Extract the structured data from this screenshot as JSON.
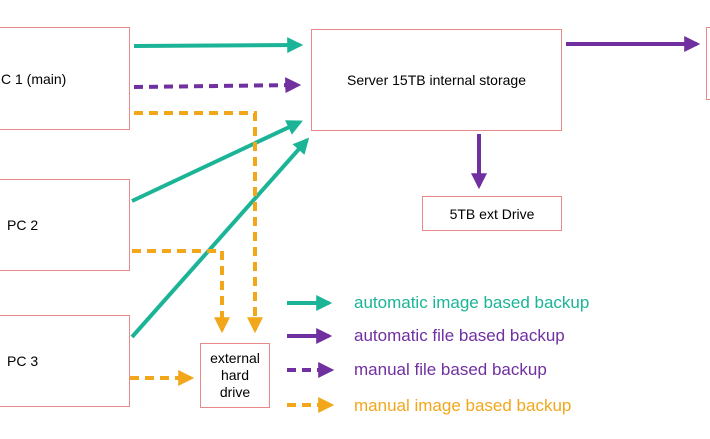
{
  "nodes": {
    "pc1": "C 1 (main)",
    "pc2": "PC 2",
    "pc3": "PC 3",
    "server": "Server 15TB internal storage",
    "ext_drive": "5TB ext Drive",
    "external_hdd": "external\nhard\ndrive"
  },
  "legend": [
    {
      "label": "automatic image based backup",
      "color": "#1bb496",
      "style": "solid"
    },
    {
      "label": "automatic file based backup",
      "color": "#7030a0",
      "style": "solid"
    },
    {
      "label": "manual file based backup",
      "color": "#7030a0",
      "style": "dashed"
    },
    {
      "label": "manual image based backup",
      "color": "#f2a71b",
      "style": "dashed"
    }
  ],
  "colors": {
    "box_border": "#e8898a",
    "teal": "#1bb496",
    "purple": "#7030a0",
    "orange": "#f2a71b"
  }
}
